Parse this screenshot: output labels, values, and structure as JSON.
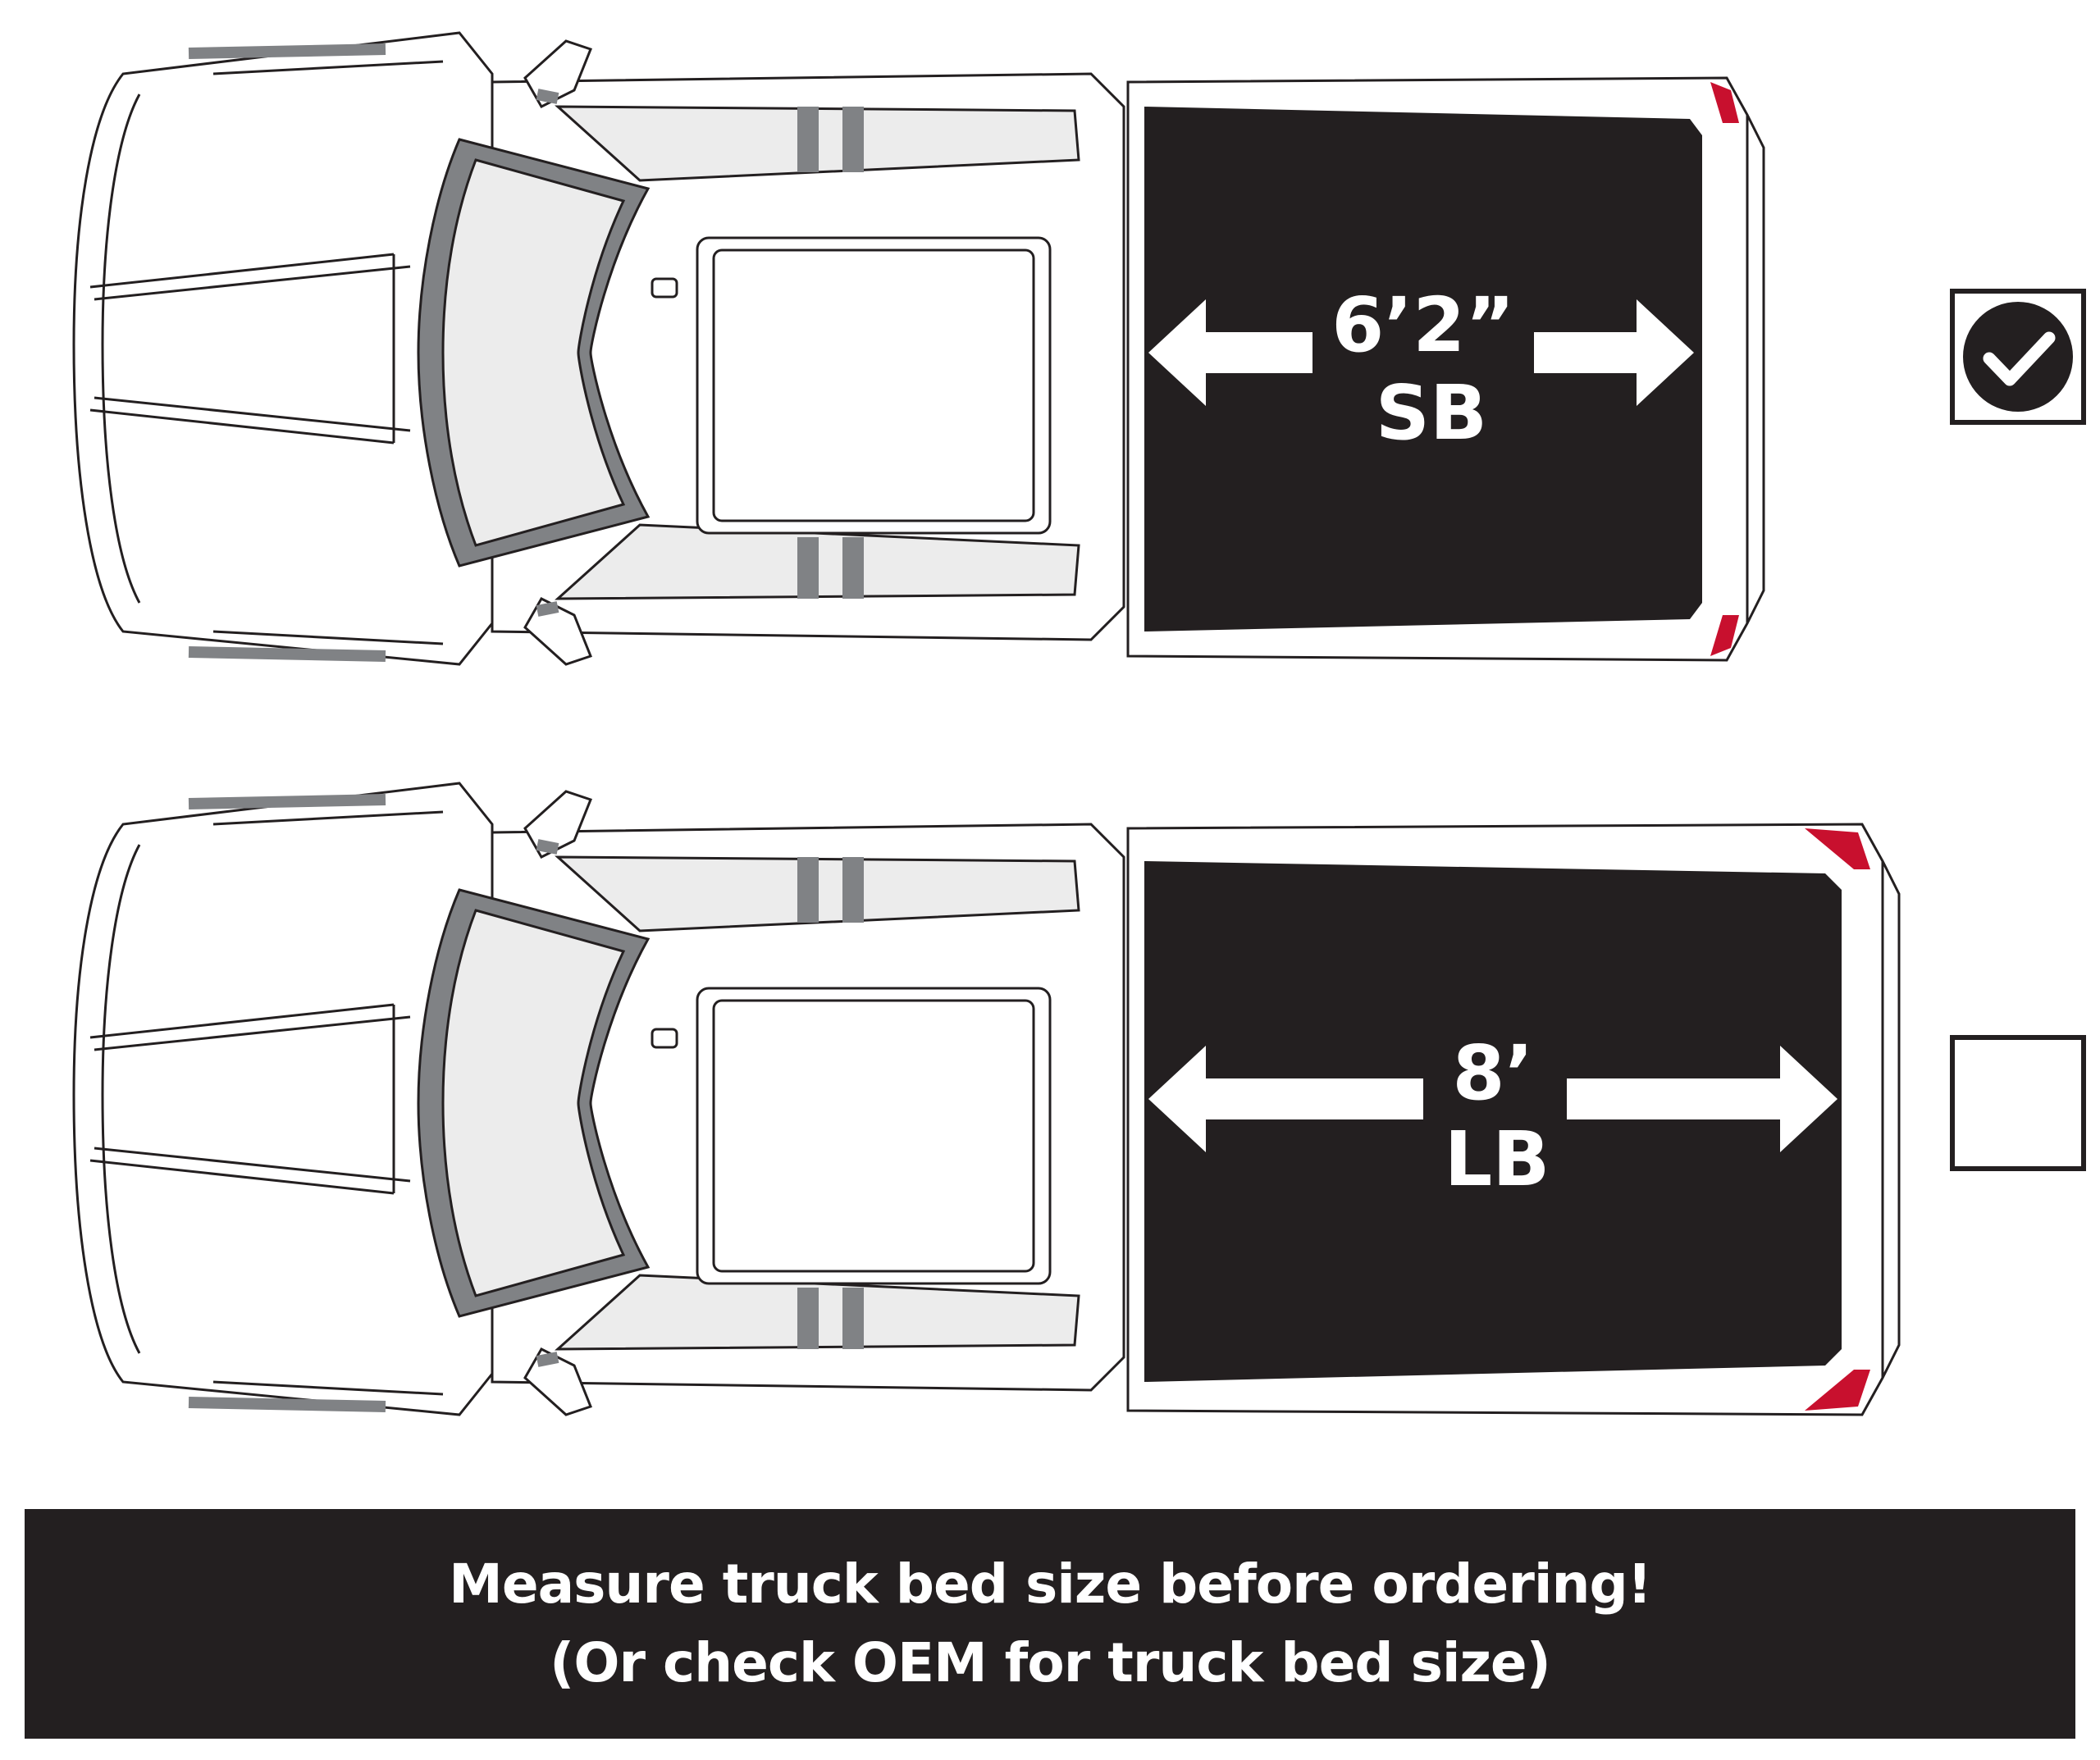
{
  "options": [
    {
      "size_label": "6’2”",
      "bed_label": "SB",
      "selected": true
    },
    {
      "size_label": "8’",
      "bed_label": "LB",
      "selected": false
    }
  ],
  "colors": {
    "bed": "#231f20",
    "glass": "#ececec",
    "trim": "#808285",
    "taillight": "#c8102e",
    "outline": "#231f20"
  },
  "banner": {
    "line1": "Measure truck bed size before ordering!",
    "line2": "(Or check OEM for truck bed size)"
  }
}
